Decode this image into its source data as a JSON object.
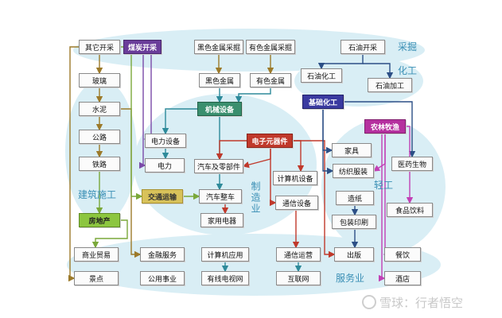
{
  "nodes": {
    "other_mining": "其它开采",
    "coal_mining": "煤炭开采",
    "ferrous_mining": "黑色金属采掘",
    "nonferrous_mining": "有色金属采掘",
    "oil_mining": "石油开采",
    "glass": "玻璃",
    "ferrous_metal": "黑色金属",
    "nonferrous_metal": "有色金属",
    "petrochemical": "石油化工",
    "oil_processing": "石油加工",
    "cement": "水泥",
    "basic_chemical": "基础化工",
    "machinery": "机械设备",
    "road": "公路",
    "power_equipment": "电力设备",
    "electronic_components": "电子元器件",
    "agriculture": "农林牧渔",
    "furniture": "家具",
    "railway": "铁路",
    "power": "电力",
    "auto_parts": "汽车及零部件",
    "computer_equipment": "计算机设备",
    "textile_apparel": "纺织服装",
    "pharma_bio": "医药生物",
    "transport": "交通运输",
    "vehicles": "汽车整车",
    "paper": "造纸",
    "real_estate": "房地产",
    "appliances": "家用电器",
    "telecom_equipment": "通信设备",
    "food_beverage": "食品饮料",
    "packaging_printing": "包装印刷",
    "commerce_trade": "商业贸易",
    "financial_services": "金融服务",
    "computer_applications": "计算机应用",
    "telecom_operations": "通信运营",
    "publishing": "出版",
    "catering": "餐饮",
    "scenic_spots": "景点",
    "public_utilities": "公用事业",
    "cable_tv": "有线电视网",
    "internet": "互联网",
    "hotel": "酒店"
  },
  "zones": {
    "mining": "采掘",
    "chemical": "化工",
    "construction": "建筑施工",
    "manufacturing": "制造业",
    "light_industry": "轻工",
    "services": "服务业"
  },
  "watermark": "雪球：行者悟空",
  "colors": {
    "zone_fill": "#d6ecf3",
    "line_brown": "#9c7a2a",
    "line_green": "#7aa83a",
    "line_purple": "#7b4aa8",
    "line_red": "#c0392b",
    "line_teal": "#2e8a9a",
    "line_blue": "#2c4f86",
    "line_magenta": "#c23fb5",
    "node_machinery": "#3a8f6e",
    "node_coal": "#6a3d9a",
    "node_basic_chem": "#3a3aa0",
    "node_electronic": "#c0392b",
    "node_agriculture": "#b5309f",
    "node_transport": "#d8c25a",
    "node_real_estate": "#8cc63f"
  }
}
